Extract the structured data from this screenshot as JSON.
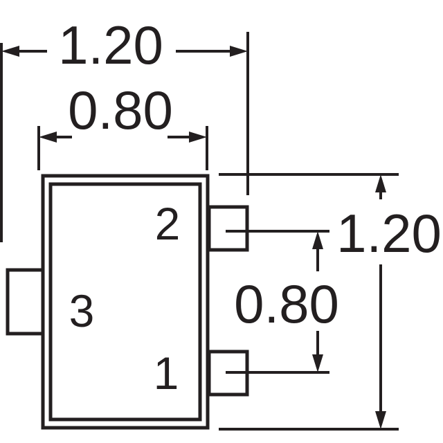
{
  "dimensions": {
    "top_overall_width": "1.20",
    "top_body_width": "0.80",
    "right_overall_height": "1.20",
    "right_pin_pitch": "0.80"
  },
  "pins": {
    "pin_1": "1",
    "pin_2": "2",
    "pin_3": "3"
  },
  "colors": {
    "ink": "#231f20",
    "background": "#ffffff"
  }
}
